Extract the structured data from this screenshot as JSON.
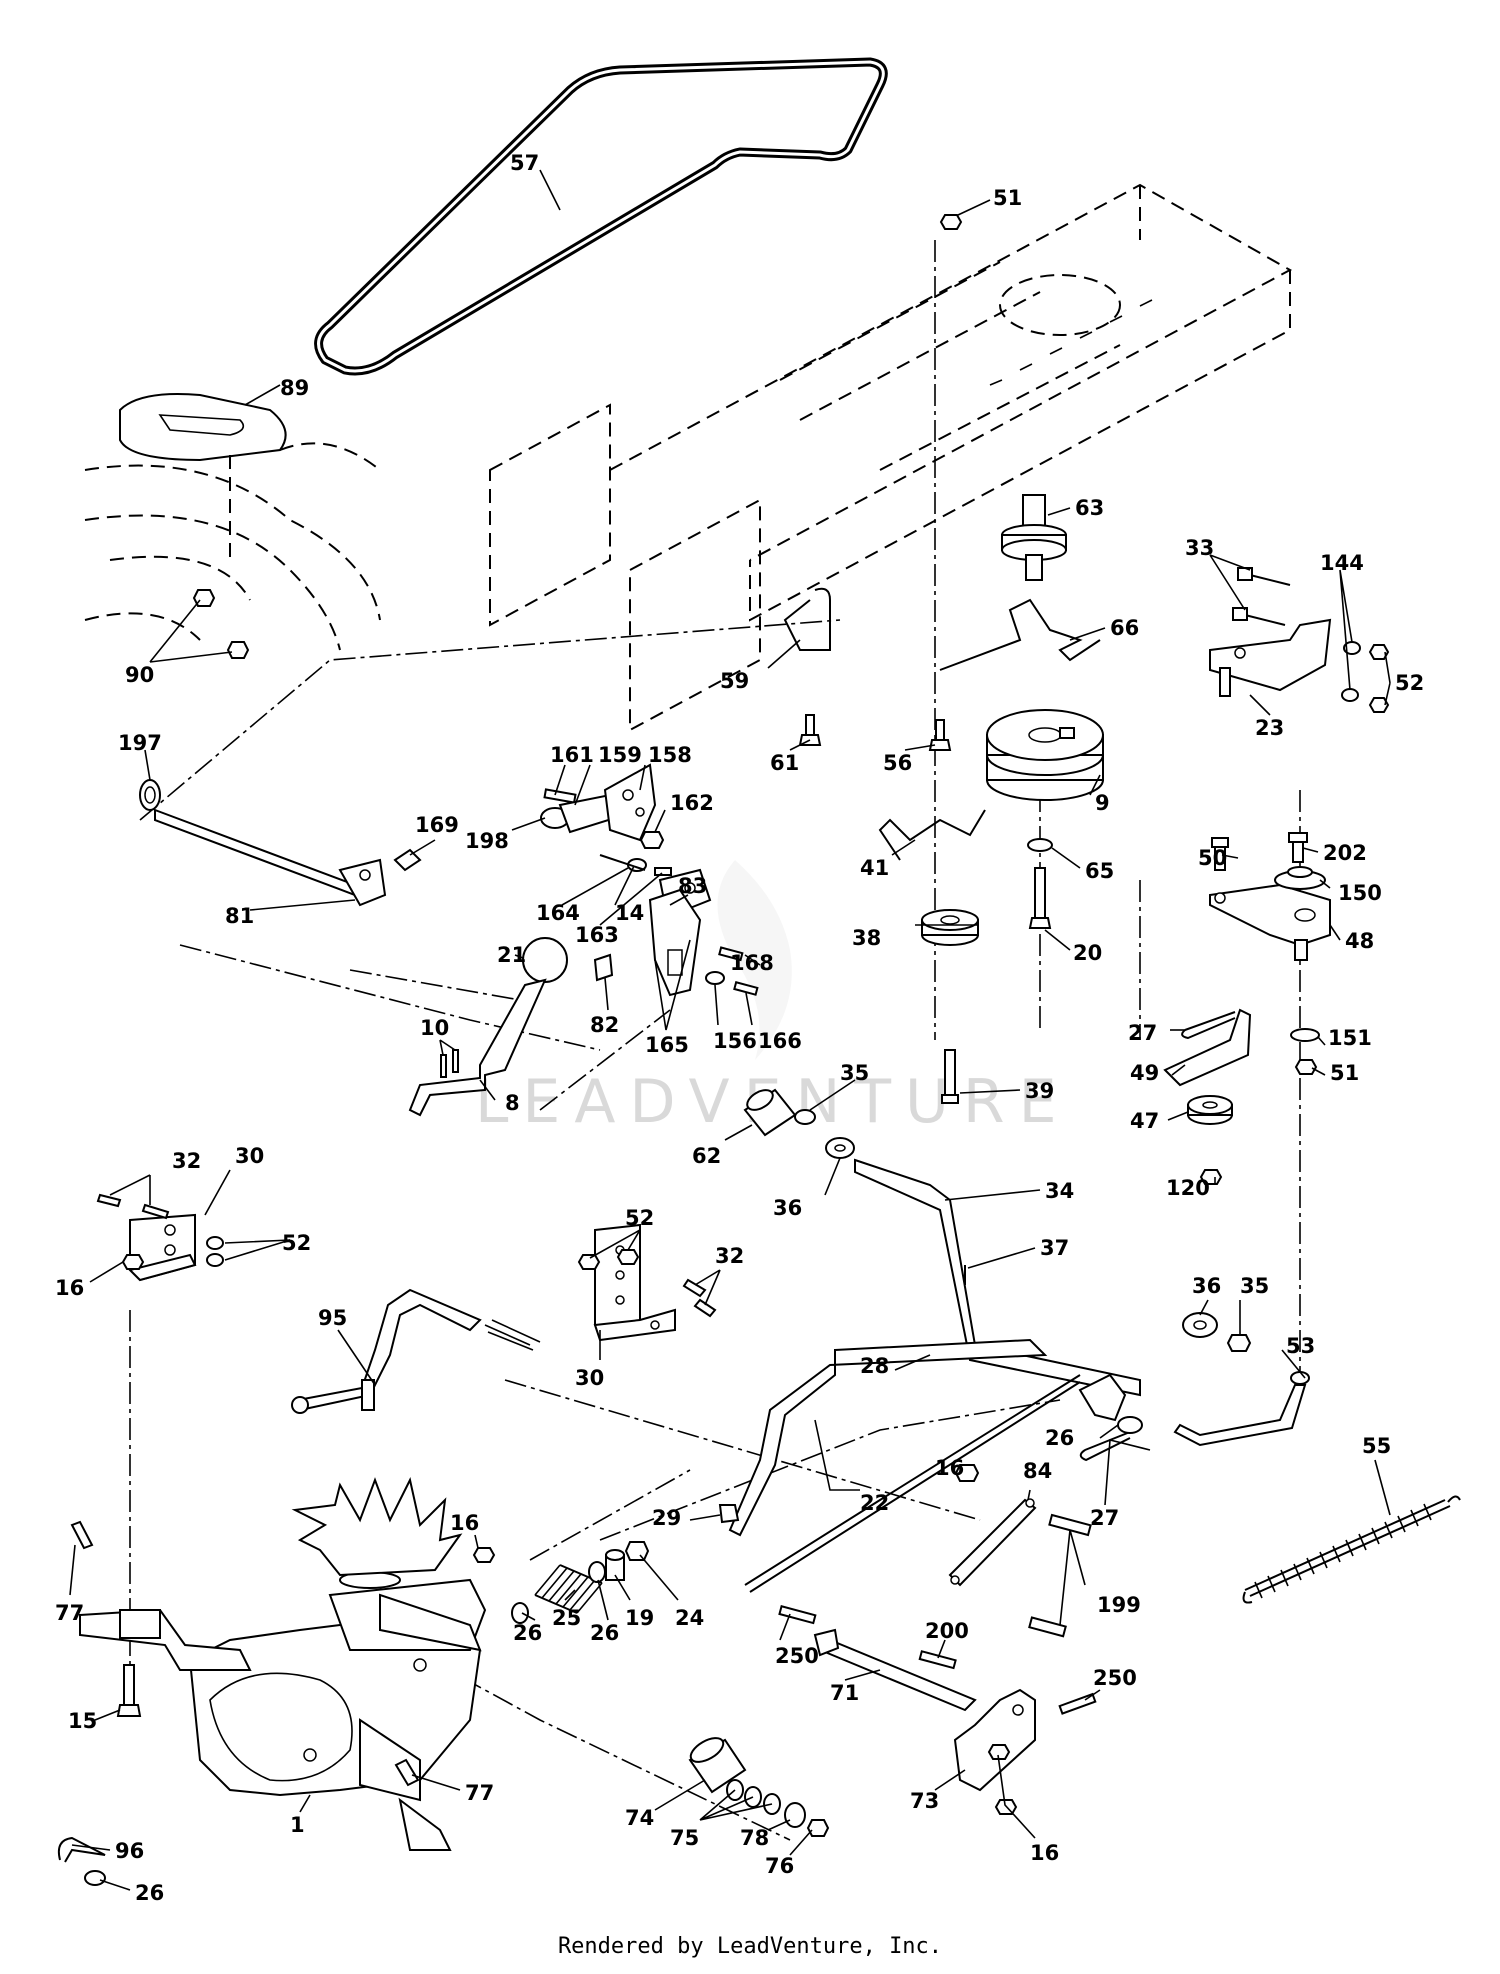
{
  "watermark": "LEADVENTURE",
  "footer": "Rendered by LeadVenture, Inc.",
  "callouts": [
    "57",
    "51",
    "89",
    "63",
    "33",
    "144",
    "66",
    "52",
    "23",
    "90",
    "59",
    "61",
    "56",
    "197",
    "161",
    "159",
    "158",
    "169",
    "162",
    "198",
    "9",
    "50",
    "202",
    "150",
    "41",
    "65",
    "83",
    "48",
    "81",
    "14",
    "164",
    "163",
    "168",
    "20",
    "21",
    "38",
    "27",
    "151",
    "82",
    "165",
    "156",
    "166",
    "10",
    "39",
    "35",
    "51",
    "49",
    "47",
    "8",
    "62",
    "36",
    "120",
    "32",
    "30",
    "52",
    "16",
    "34",
    "37",
    "36",
    "35",
    "52",
    "32",
    "95",
    "30",
    "53",
    "28",
    "26",
    "27",
    "22",
    "16",
    "84",
    "55",
    "29",
    "16",
    "25",
    "19",
    "24",
    "199",
    "77",
    "200",
    "250",
    "250",
    "15",
    "26",
    "26",
    "71",
    "73",
    "16",
    "77",
    "74",
    "75",
    "78",
    "96",
    "76",
    "1",
    "26"
  ]
}
